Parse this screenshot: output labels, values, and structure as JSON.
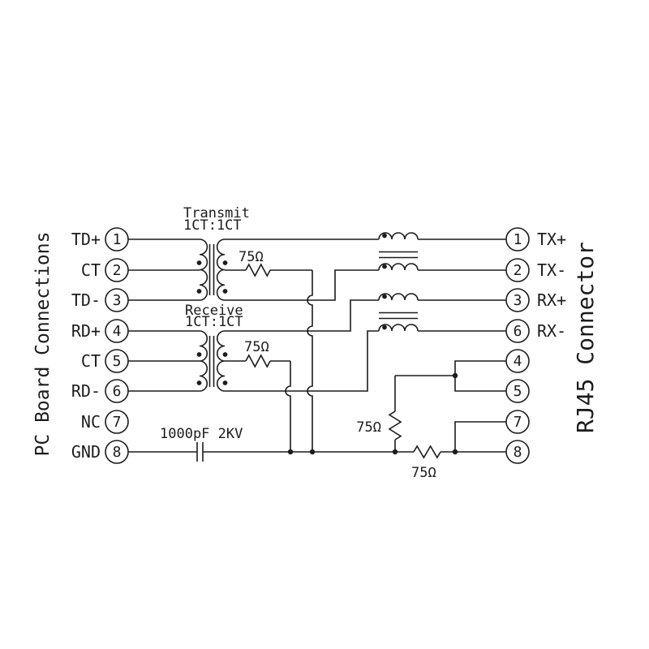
{
  "diagram": {
    "left_header": "PC Board Connections",
    "right_header": "RJ45 Connector",
    "left_pins": [
      {
        "num": "1",
        "label": "TD+"
      },
      {
        "num": "2",
        "label": "CT"
      },
      {
        "num": "3",
        "label": "TD-"
      },
      {
        "num": "4",
        "label": "RD+"
      },
      {
        "num": "5",
        "label": "CT"
      },
      {
        "num": "6",
        "label": "RD-"
      },
      {
        "num": "7",
        "label": "NC"
      },
      {
        "num": "8",
        "label": "GND"
      }
    ],
    "right_pins": [
      {
        "num": "1",
        "label": "TX+"
      },
      {
        "num": "2",
        "label": "TX-"
      },
      {
        "num": "3",
        "label": "RX+"
      },
      {
        "num": "6",
        "label": "RX-"
      },
      {
        "num": "4",
        "label": ""
      },
      {
        "num": "5",
        "label": ""
      },
      {
        "num": "7",
        "label": ""
      },
      {
        "num": "8",
        "label": ""
      }
    ],
    "transformers": [
      {
        "name": "Transmit",
        "ratio": "1CT:1CT"
      },
      {
        "name": "Receive",
        "ratio": "1CT:1CT"
      }
    ],
    "resistors": {
      "transmit": "75Ω",
      "receive": "75Ω",
      "pair45": "75Ω",
      "pair78": "75Ω"
    },
    "capacitor": {
      "value": "1000pF 2KV"
    },
    "colors": {
      "line": "#1c1c1c",
      "background": "#ffffff"
    }
  }
}
